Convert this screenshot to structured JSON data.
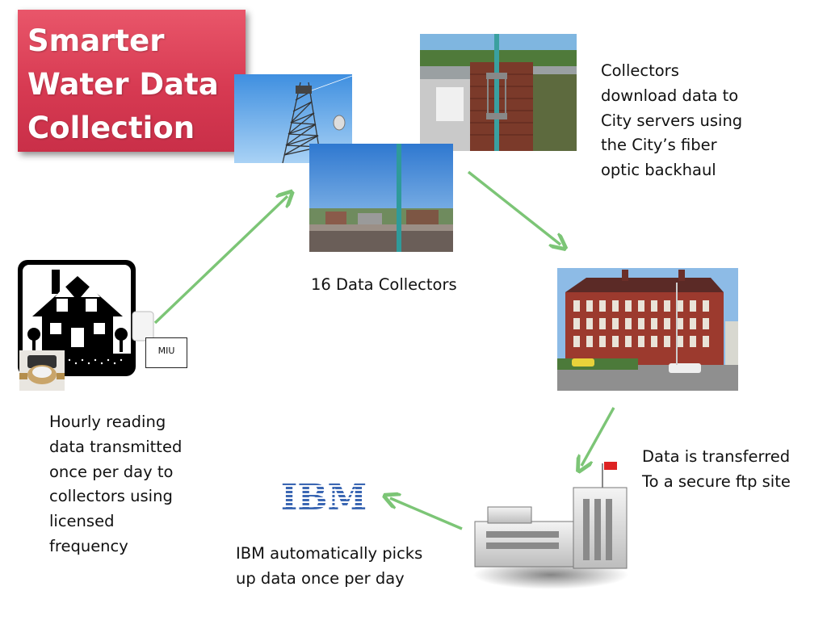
{
  "title": {
    "lines": [
      "Smarter",
      "Water Data",
      "Collection"
    ]
  },
  "captions": {
    "collectors_download": [
      "Collectors",
      "download data to",
      "City servers using",
      "the City’s fiber",
      "optic backhaul"
    ],
    "data_collectors": "16 Data Collectors",
    "hourly_reading": [
      "Hourly reading",
      "data transmitted",
      "once per day to",
      "collectors using",
      "licensed",
      "frequency"
    ],
    "data_transferred": [
      "Data is transferred",
      "To a secure ftp site"
    ],
    "ibm_picks_up": [
      "IBM automatically picks",
      "up data once per day"
    ]
  },
  "miu_label": "MIU",
  "ibm_logo_text": "IBM",
  "icons": {
    "house": "house-icon",
    "meter": "water-meter-icon",
    "miu": "miu-device-icon",
    "tower": "cell-tower-photo",
    "rooftop_collector": "rooftop-collector-photo",
    "chimney_collector": "chimney-collector-photo",
    "city_building": "city-hall-photo",
    "ftp_building": "ftp-building-icon"
  },
  "colors": {
    "title_bg": "#d73a52",
    "arrow": "#7cc576",
    "ibm_blue": "#3b67b3"
  }
}
